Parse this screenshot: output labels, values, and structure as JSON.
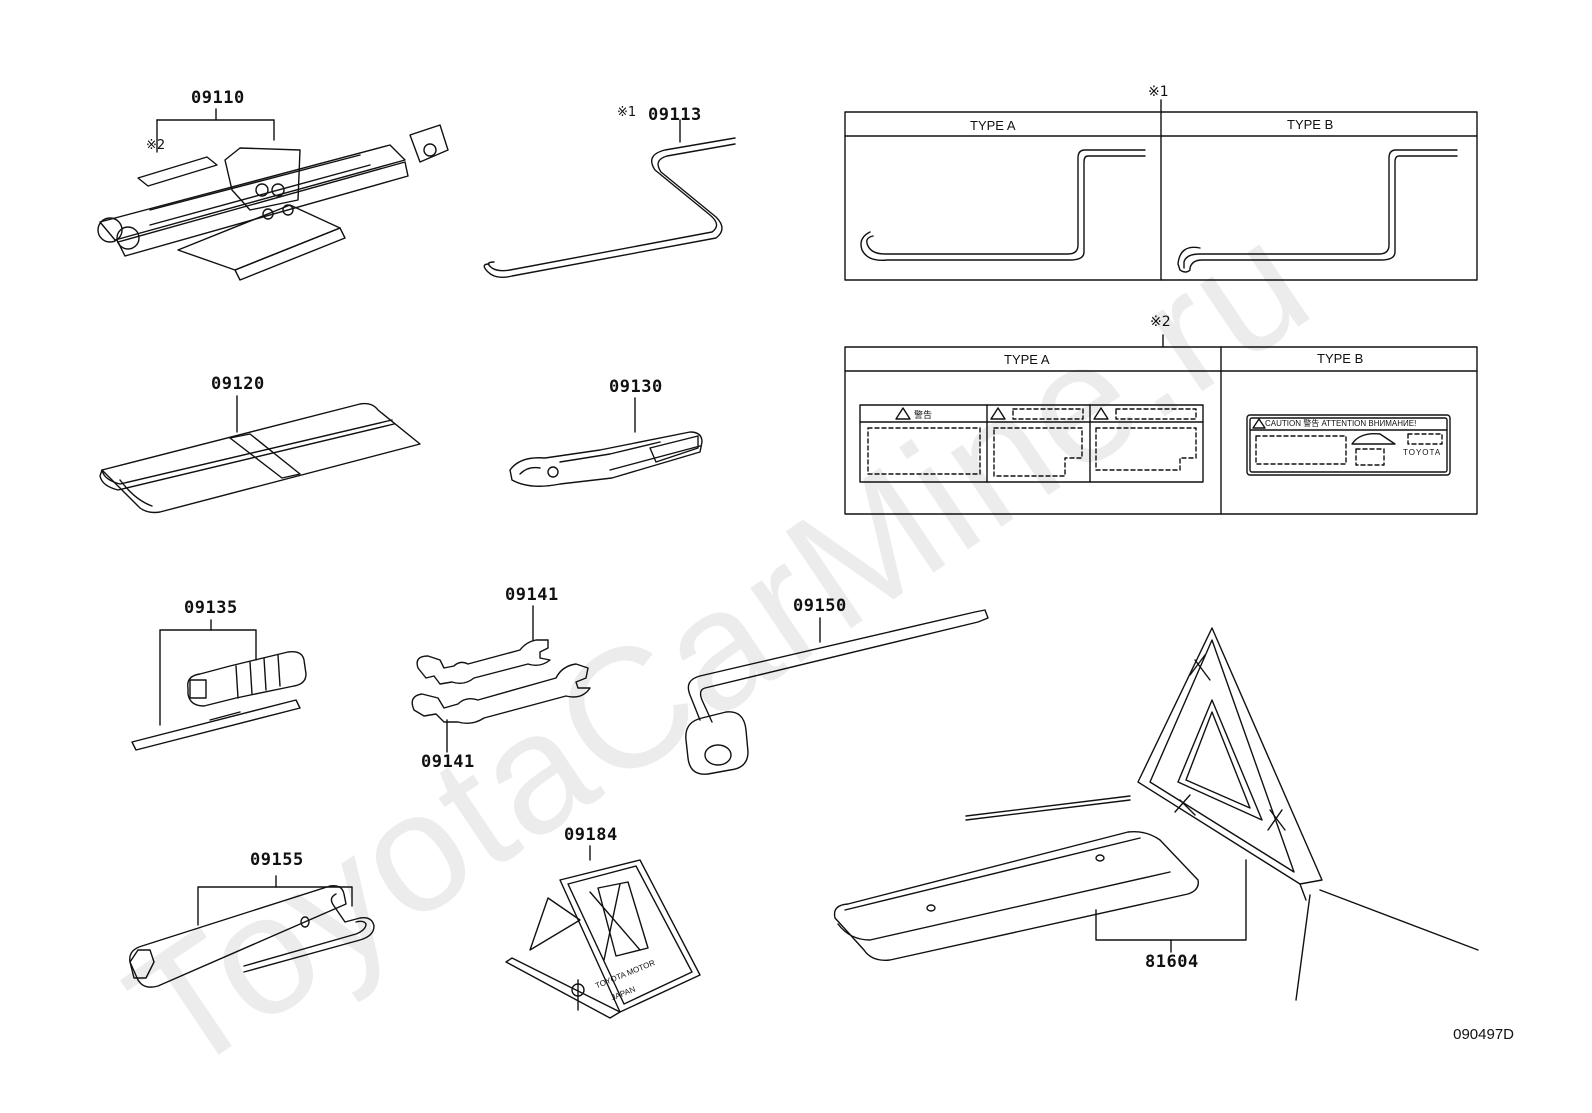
{
  "watermark": "ToyotaCarMine.ru",
  "drawing_id": "090497D",
  "callouts": {
    "jack": "09110",
    "jack_handle": "09113",
    "tool_bag": "09120",
    "pliers": "09130",
    "screwdriver": "09135",
    "wrench_upper": "09141",
    "wrench_lower": "09141",
    "lug_wrench": "09150",
    "hub_nut_wrench": "09155",
    "chock": "09184",
    "warning_triangle": "81604"
  },
  "notes": {
    "note1_symbol": "※1",
    "note1_symbol_small": "※1",
    "note2_symbol": "※2",
    "note2_symbol_small": "※2"
  },
  "table1": {
    "type_a": "TYPE A",
    "type_b": "TYPE B"
  },
  "table2": {
    "type_a": "TYPE A",
    "type_b": "TYPE B"
  },
  "label_texts": {
    "caution_line": "CAUTION 警告 ATTENTION ВНИМАНИЕ!",
    "brand": "TOYOTA",
    "warning_jp": "警告",
    "chock_text_1": "TOYOTA MOTOR",
    "chock_text_2": "JAPAN"
  }
}
